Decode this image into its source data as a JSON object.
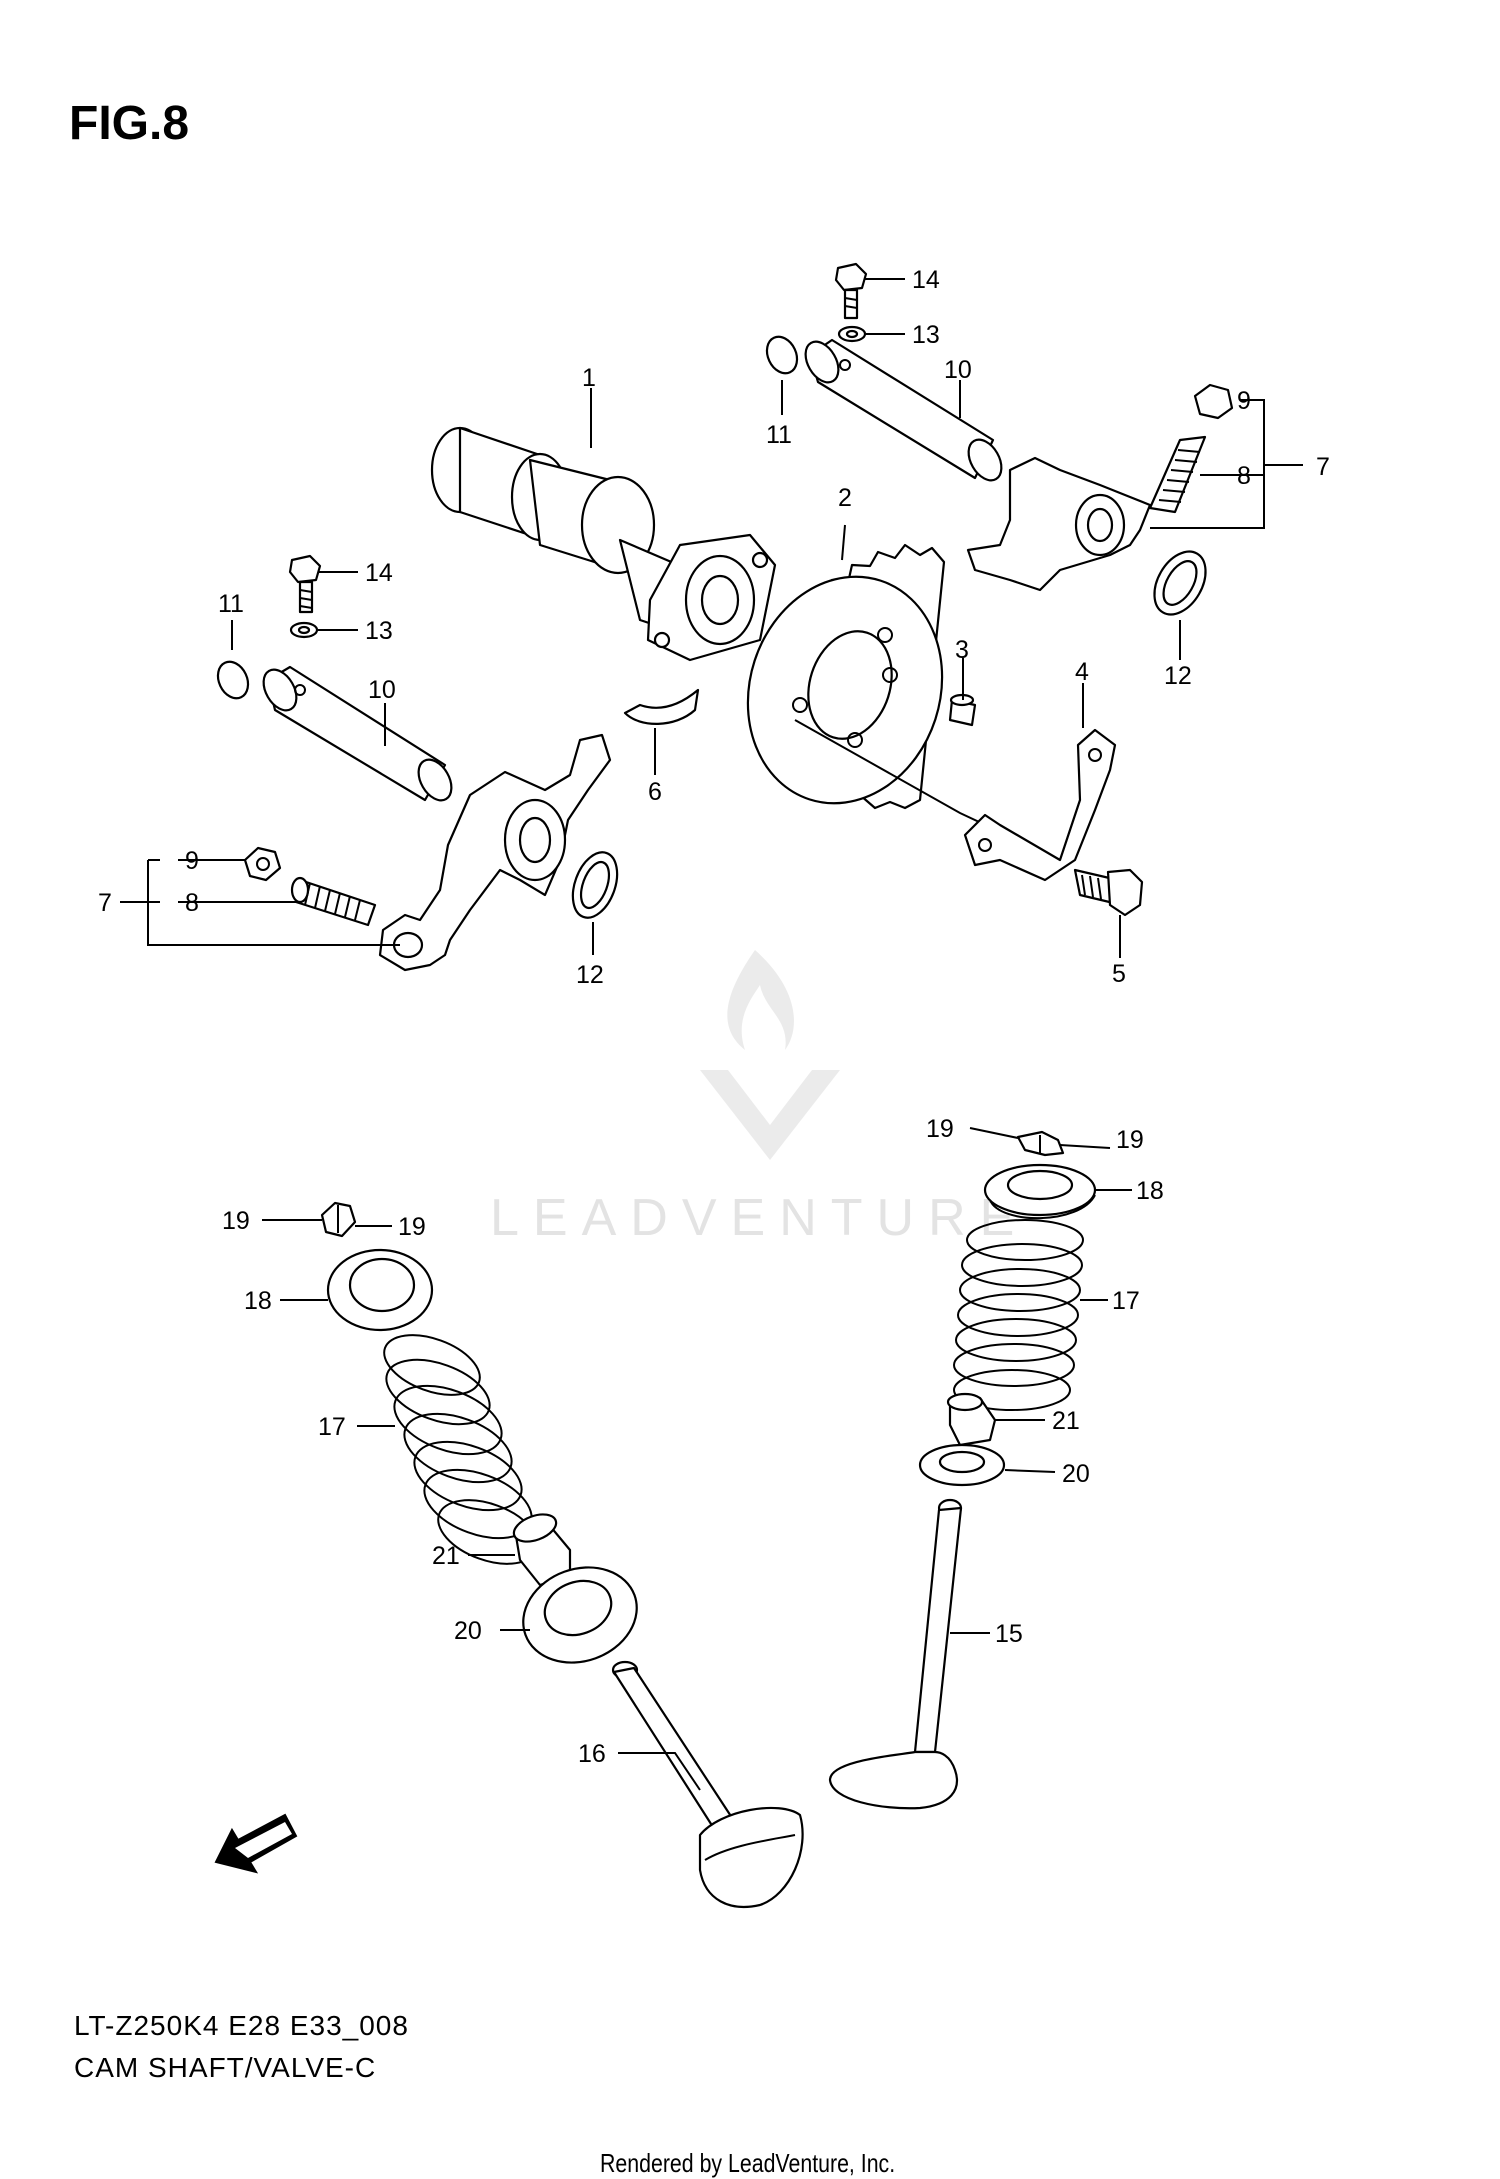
{
  "figure_title": "FIG.8",
  "model_code": "LT-Z250K4 E28 E33_008",
  "section_title": "CAM SHAFT/VALVE-C",
  "credit": "Rendered by LeadVenture, Inc.",
  "watermark": "LEADVENTURE",
  "fwd_label": "FWD",
  "callouts": {
    "c1": "1",
    "c2": "2",
    "c3": "3",
    "c4": "4",
    "c5": "5",
    "c6": "6",
    "c7a": "7",
    "c7b": "7",
    "c8a": "8",
    "c8b": "8",
    "c9a": "9",
    "c9b": "9",
    "c10a": "10",
    "c10b": "10",
    "c11a": "11",
    "c11b": "11",
    "c12a": "12",
    "c12b": "12",
    "c13a": "13",
    "c13b": "13",
    "c14a": "14",
    "c14b": "14",
    "c15": "15",
    "c16": "16",
    "c17a": "17",
    "c17b": "17",
    "c18a": "18",
    "c18b": "18",
    "c19a": "19",
    "c19b": "19",
    "c19c": "19",
    "c19d": "19",
    "c20a": "20",
    "c20b": "20",
    "c21a": "21",
    "c21b": "21"
  }
}
